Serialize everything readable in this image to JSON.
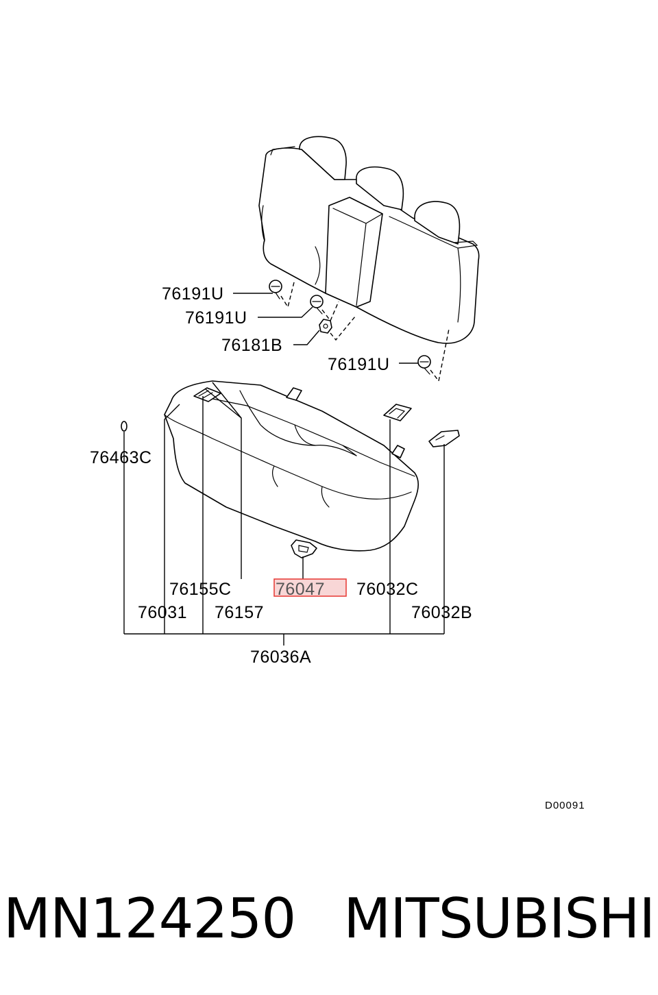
{
  "labels": {
    "bolt_1": "76191U",
    "bolt_2": "76191U",
    "nut": "76181B",
    "bolt_3": "76191U",
    "clip": "76463C",
    "label_76155c": "76155C",
    "label_76031": "76031",
    "label_76157": "76157",
    "highlighted": "76047",
    "label_76032c": "76032C",
    "label_76032b": "76032B",
    "assembly": "76036A"
  },
  "diagram_code": "D00091",
  "footer": {
    "part_number": "MN124250",
    "brand": "MITSUBISHI"
  },
  "colors": {
    "highlight_border": "#e8413c",
    "highlight_fill": "#f8d6d6"
  }
}
